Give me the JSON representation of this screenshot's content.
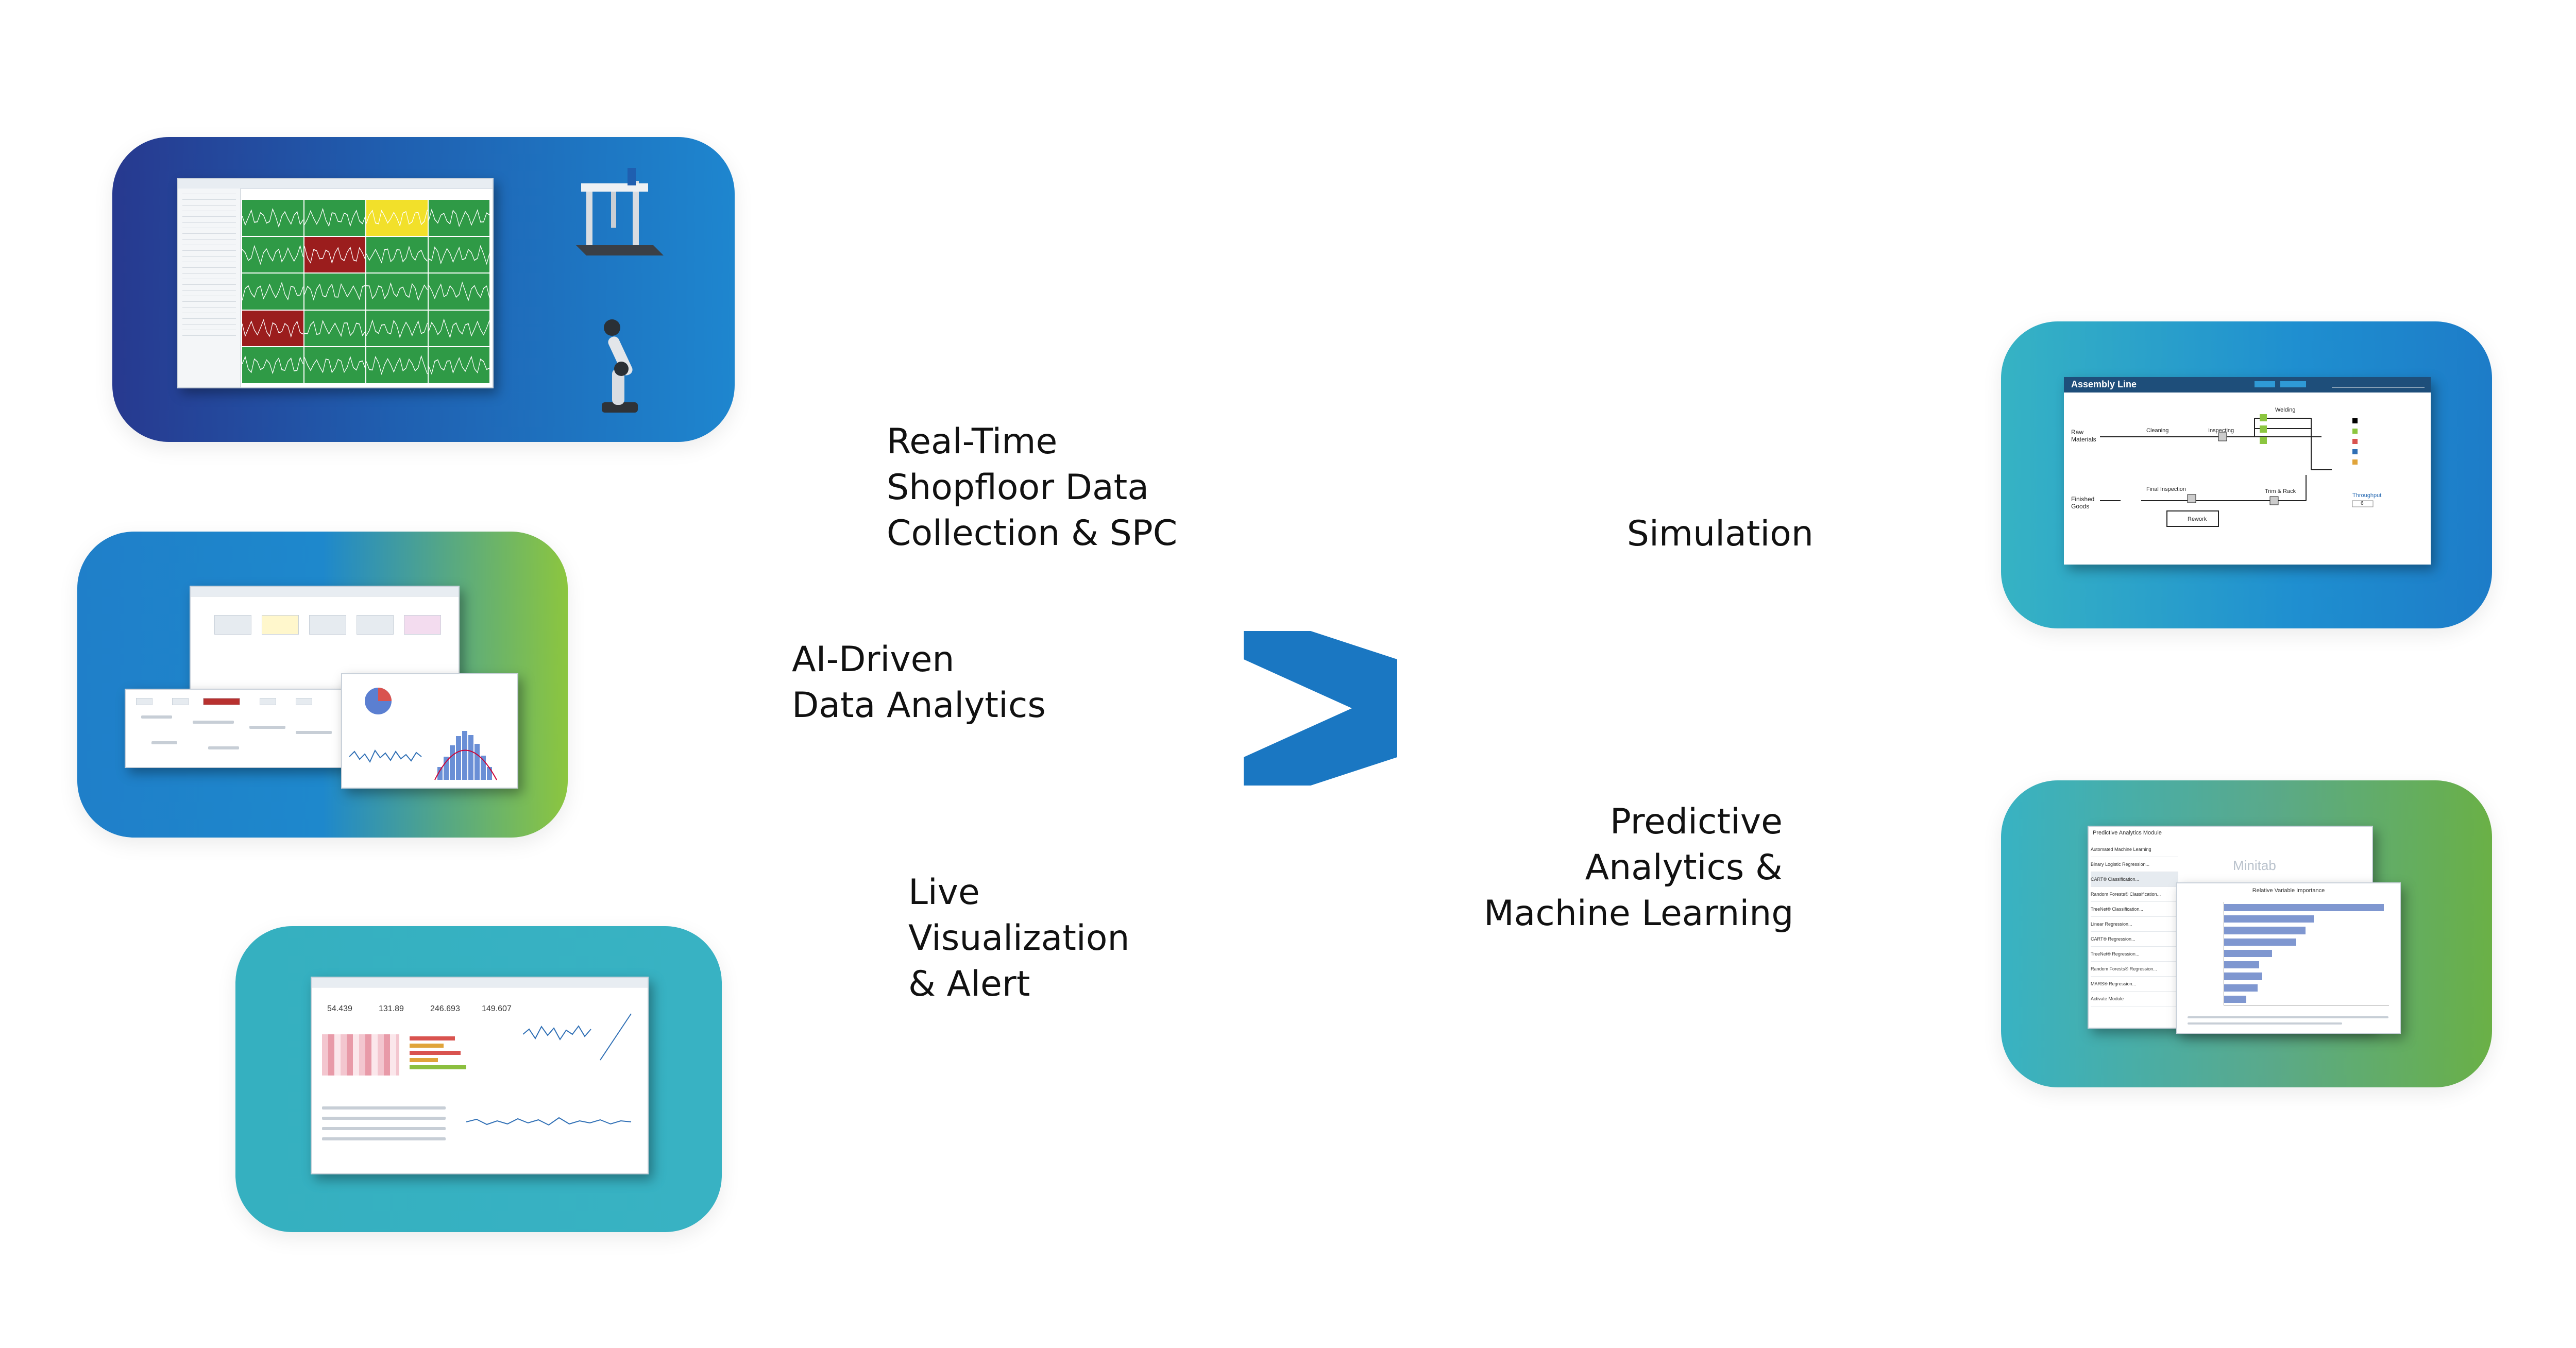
{
  "labels": {
    "spc": [
      "Real-Time",
      "Shopfloor Data",
      "Collection & SPC"
    ],
    "ai": [
      "AI-Driven",
      "Data Analytics"
    ],
    "live": [
      "Live",
      "Visualization",
      "& Alert"
    ],
    "simulation": [
      "Simulation"
    ],
    "predictive": [
      "Predictive",
      "Analytics &",
      "Machine Learning"
    ]
  },
  "screens": {
    "assembly": {
      "title": "Assembly Line",
      "nodes": [
        "Raw Materials",
        "Cleaning",
        "Inspecting",
        "Welding",
        "Final Inspection",
        "Trim & Rack",
        "Rework",
        "Finished Goods"
      ],
      "throughput_label": "Throughput",
      "throughput_value": "6"
    },
    "dashboard": {
      "kpis": [
        "54.439",
        "131.89",
        "246.693",
        "149.607"
      ]
    },
    "predictive": {
      "menu_title": "Predictive Analytics Module",
      "menu_items": [
        "Automated Machine Learning",
        "Binary Logistic Regression...",
        "CART® Classification...",
        "Random Forests® Classification...",
        "TreeNet® Classification...",
        "Linear Regression...",
        "CART® Regression...",
        "TreeNet® Regression...",
        "Random Forests® Regression...",
        "MARS® Regression...",
        "Activate Module"
      ],
      "brand": "Minitab",
      "chart_title": "Relative Variable Importance",
      "bars": [
        100,
        56,
        51,
        45,
        30,
        22,
        24,
        21,
        14
      ]
    }
  },
  "colors": {
    "logo_blue": "#1a77c2",
    "text": "#111111"
  }
}
